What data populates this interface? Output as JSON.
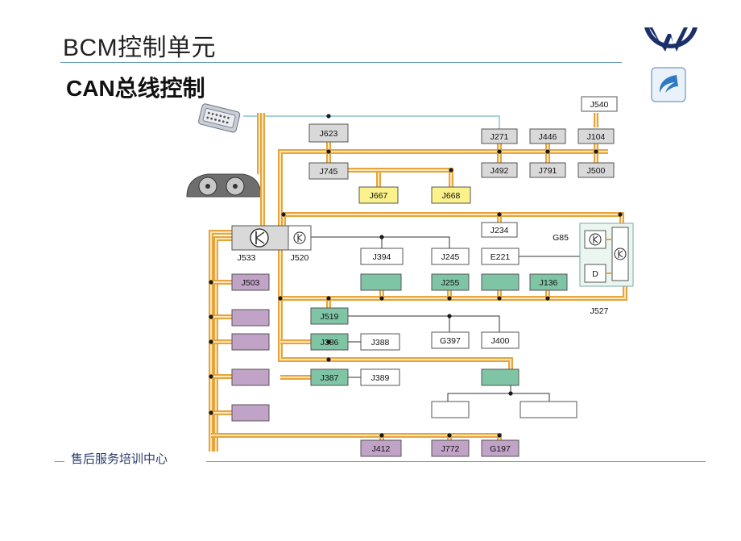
{
  "header": {
    "title": "BCM控制单元",
    "subtitle": "CAN总线控制"
  },
  "footer": {
    "text": "售后服务培训中心"
  },
  "colors": {
    "wire_outer": "#e7a43c",
    "wire_inner": "#fbe6b8",
    "gray_box": "#d9d9d9",
    "yellow_box": "#fbf28c",
    "teal_box": "#7fc5a5",
    "purple_box": "#c0a3c6",
    "white_box": "#ffffff",
    "rule": "#6a9bbf"
  },
  "icons": {
    "brand_logo": "vw-logo-icon",
    "secondary_logo": "bird-logo-icon",
    "diagnostic_connector": "obd-connector-icon",
    "instrument_cluster": "instrument-cluster-icon",
    "gateway_symbol": "transistor-symbol-icon"
  },
  "modules": {
    "J540": "J540",
    "J623": "J623",
    "J271": "J271",
    "J446": "J446",
    "J104": "J104",
    "J745": "J745",
    "J492": "J492",
    "J791": "J791",
    "J500": "J500",
    "J667": "J667",
    "J668": "J668",
    "J234": "J234",
    "G85": "G85",
    "J533": "J533",
    "J520": "J520",
    "J394": "J394",
    "J245": "J245",
    "E221": "E221",
    "D": "D",
    "J503": "J503",
    "J255": "J255",
    "J136": "J136",
    "J527": "J527",
    "J519": "J519",
    "J386": "J386",
    "J388": "J388",
    "G397": "G397",
    "J400": "J400",
    "J387": "J387",
    "J389": "J389",
    "J412": "J412",
    "J772": "J772",
    "G197": "G197"
  }
}
